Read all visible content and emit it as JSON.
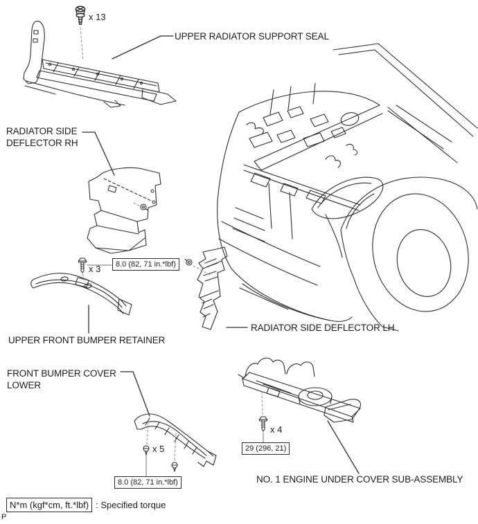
{
  "page": {
    "footer_mark": "P"
  },
  "colors": {
    "background": "#ffffff",
    "line": "#2b2b2b",
    "text": "#1a1a1a",
    "dashed_line": "#999999",
    "pointer_line": "#8a8a8a"
  },
  "parts": {
    "seal": {
      "label": "UPPER RADIATOR SUPPORT SEAL",
      "fastener_count": "x 13"
    },
    "deflector_rh": {
      "label": "RADIATOR SIDE\nDEFLECTOR RH"
    },
    "retainer": {
      "label": "UPPER FRONT BUMPER RETAINER",
      "fastener_count": "x 3",
      "torque": "8.0 (82, 71 in.*lbf)"
    },
    "deflector_lh": {
      "label": "RADIATOR SIDE DEFLECTOR LH"
    },
    "bumper_cover_lower": {
      "label": "FRONT BUMPER COVER\nLOWER",
      "fastener_count": "x 5",
      "torque": "8.0 (82, 71 in.*lbf)"
    },
    "under_cover": {
      "label": "NO. 1 ENGINE UNDER COVER SUB-ASSEMBLY",
      "fastener_count": "x 4",
      "torque": "29 (296, 21)"
    }
  },
  "legend": {
    "unit_label": "N*m (kgf*cm, ft.*lbf)",
    "description": ": Specified torque"
  },
  "icons": {
    "clip": "push-clip-icon",
    "screw": "screw-icon",
    "bolt": "bolt-icon"
  }
}
